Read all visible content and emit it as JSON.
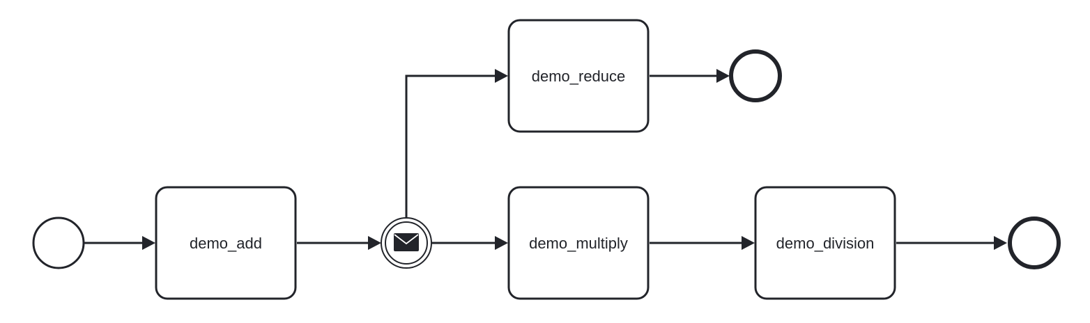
{
  "diagram": {
    "tasks": {
      "demo_add": {
        "label": "demo_add"
      },
      "demo_reduce": {
        "label": "demo_reduce"
      },
      "demo_multiply": {
        "label": "demo_multiply"
      },
      "demo_division": {
        "label": "demo_division"
      }
    },
    "colors": {
      "stroke": "#22242a",
      "fill": "#ffffff"
    },
    "icons": {
      "intermediate_event": "envelope-icon"
    }
  }
}
